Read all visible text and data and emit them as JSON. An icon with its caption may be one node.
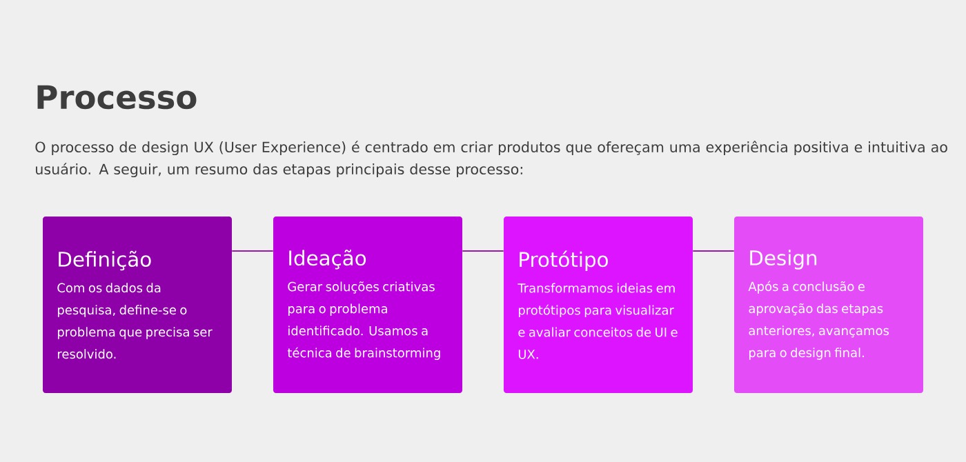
{
  "diagram": {
    "title": "Processo",
    "caption": "O processo de design UX (User Experience) é centrado em criar produtos que ofereçam uma experiência positiva e intuitiva ao usuário. A seguir, um resumo das etapas principais desse processo:",
    "nodes": [
      {
        "text": [
          "Definição",
          "Com os dados da pesquisa, define-se o problema que precisa ser resolvido."
        ]
      },
      {
        "text": [
          "Ideação",
          "Gerar soluções criativas para o problema identificado. Usamos a técnica de brainstorming"
        ]
      },
      {
        "text": [
          "Protótipo",
          "Transformamos ideias em protótipos para visualizar e avaliar conceitos de UI e UX."
        ]
      },
      {
        "text": [
          "Design",
          "Após a conclusão e aprovação das etapas anteriores, avançamos para o design final."
        ]
      }
    ],
    "edges": [
      {
        "from": 0,
        "to": 1,
        "arrow": "none"
      },
      {
        "from": 1,
        "to": 2,
        "arrow": "none"
      },
      {
        "from": 2,
        "to": 3,
        "arrow": "none"
      }
    ]
  }
}
